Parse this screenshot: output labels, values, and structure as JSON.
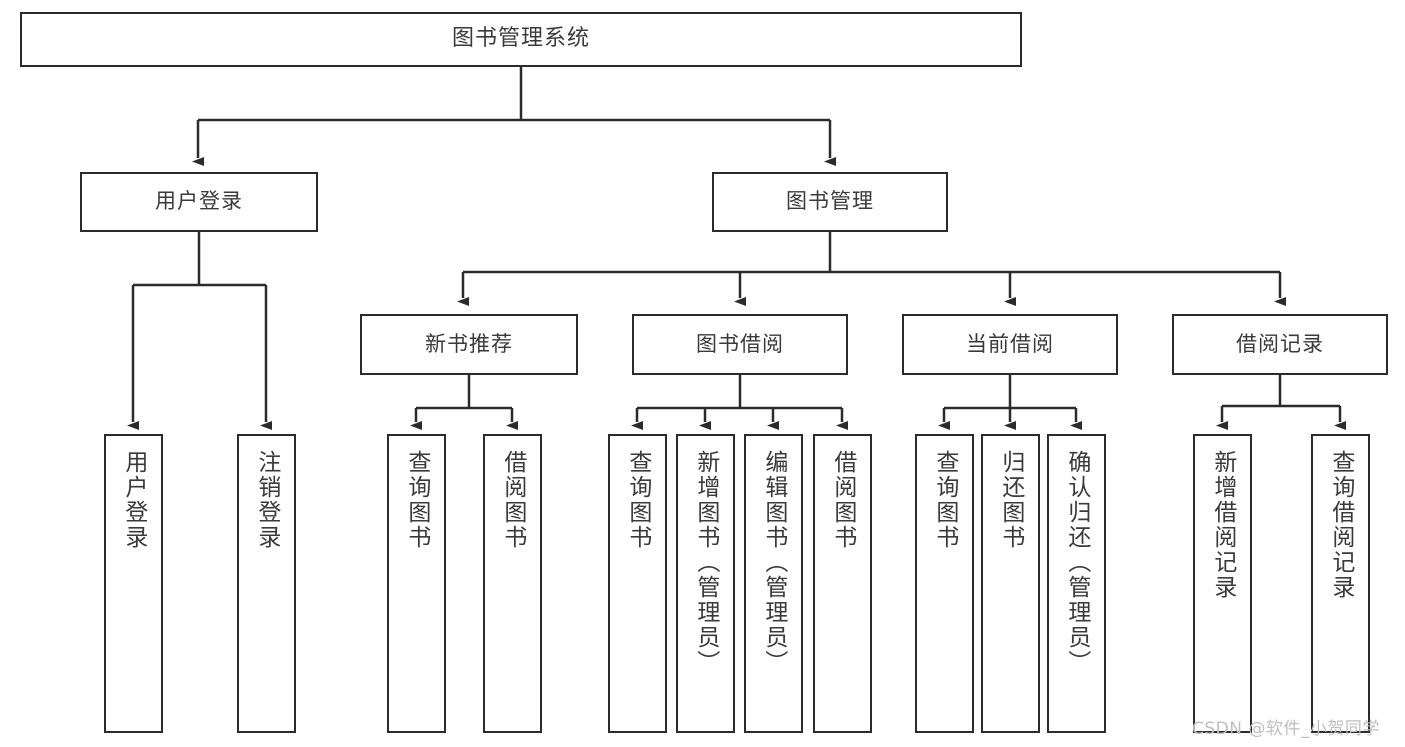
{
  "diagram": {
    "title": "图书管理系统",
    "type": "tree-hierarchy-diagram",
    "root": {
      "label": "图书管理系统"
    },
    "level2": [
      {
        "id": "user-login",
        "label": "用户登录"
      },
      {
        "id": "book-management",
        "label": "图书管理"
      }
    ],
    "level3": [
      {
        "id": "new-book-recommend",
        "label": "新书推荐",
        "parent": "book-management"
      },
      {
        "id": "book-borrow",
        "label": "图书借阅",
        "parent": "book-management"
      },
      {
        "id": "current-borrow",
        "label": "当前借阅",
        "parent": "book-management"
      },
      {
        "id": "borrow-record",
        "label": "借阅记录",
        "parent": "book-management"
      }
    ],
    "leaves": {
      "user_login": [
        {
          "id": "leaf-user-login",
          "label": "用户登录"
        },
        {
          "id": "leaf-logout-login",
          "label": "注销登录"
        }
      ],
      "new_book_recommend": [
        {
          "id": "leaf-query-book-1",
          "label": "查询图书"
        },
        {
          "id": "leaf-borrow-book-1",
          "label": "借阅图书"
        }
      ],
      "book_borrow": [
        {
          "id": "leaf-query-book-2",
          "label": "查询图书"
        },
        {
          "id": "leaf-add-book",
          "label": "新增图书（管理员）"
        },
        {
          "id": "leaf-edit-book",
          "label": "编辑图书（管理员）"
        },
        {
          "id": "leaf-borrow-book-2",
          "label": "借阅图书"
        }
      ],
      "current_borrow": [
        {
          "id": "leaf-query-book-3",
          "label": "查询图书"
        },
        {
          "id": "leaf-return-book",
          "label": "归还图书"
        },
        {
          "id": "leaf-confirm-return",
          "label": "确认归还（管理员）"
        }
      ],
      "borrow_record": [
        {
          "id": "leaf-add-record",
          "label": "新增借阅记录"
        },
        {
          "id": "leaf-query-record",
          "label": "查询借阅记录"
        }
      ]
    },
    "colors": {
      "border": "#2b2b2b",
      "text": "#3a3a3a",
      "background": "#ffffff",
      "watermark": "#bfbfbf"
    }
  },
  "watermark": {
    "text": "CSDN @软件_小贺同学"
  }
}
